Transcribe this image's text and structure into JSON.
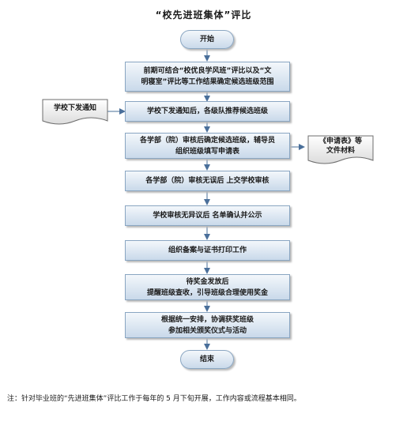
{
  "title": "“校先进班集体”评比",
  "nodes": {
    "start": "开始",
    "step1_line1": "前期可结合“校优良学风班”评比以及“文",
    "step1_line2": "明寝室”评比等工作结果确定候选班级范围",
    "step2": "学校下发通知后，各级队推荐候选班级",
    "step3_line1": "各学部（院）审核后确定候选班级，辅导员",
    "step3_line2": "组织班级填写申请表",
    "step4": "各学部（院）审核无误后 上交学校审核",
    "step5": "学校审核无异议后 名单确认并公示",
    "step6": "组织备案与证书打印工作",
    "step7_line1": "待奖金发放后",
    "step7_line2": "提醒班级查收，引导班级合理使用奖金",
    "step8_line1": "根据统一安排，协调获奖班级",
    "step8_line2": "参加相关颁奖仪式与活动",
    "end": "结束"
  },
  "side_docs": {
    "notice": "学校下发通知",
    "form_line1": "《申请表》等",
    "form_line2": "文件材料"
  },
  "note": "注：针对毕业班的“先进班集体”评比工作于每年的 5 月下旬开展，工作内容或流程基本相同。",
  "colors": {
    "fill_top": "#f3f7fb",
    "fill_bottom": "#c9d9ea",
    "border": "#8aa6c2",
    "arrow": "#4a6f9a"
  }
}
